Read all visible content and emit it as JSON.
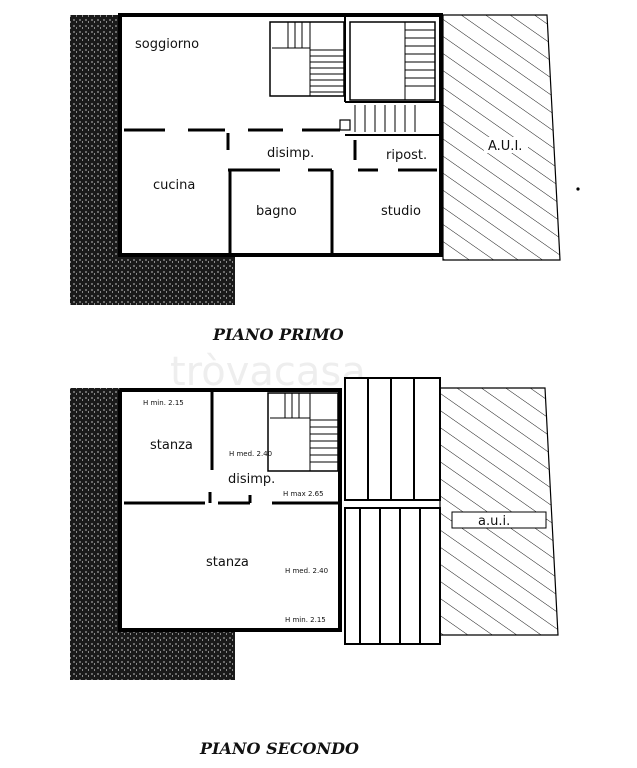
{
  "watermark": "tròvacasa",
  "plans": [
    {
      "title": "PIANO PRIMO",
      "rooms": {
        "soggiorno": "soggiorno",
        "disimp": "disimp.",
        "ripost": "ripost.",
        "cucina": "cucina",
        "bagno": "bagno",
        "studio": "studio"
      },
      "aui": "A.U.I."
    },
    {
      "title": "PIANO SECONDO",
      "rooms": {
        "stanza_top": "stanza",
        "disimp": "disimp.",
        "stanza_bottom": "stanza"
      },
      "heights": {
        "h_min_top": "H min. 2.15",
        "h_med_top": "H med. 2.40",
        "h_max": "H max 2.65",
        "h_med_bottom": "H med. 2.40",
        "h_min_bottom": "H min. 2.15"
      },
      "aui": "a.u.i."
    }
  ]
}
